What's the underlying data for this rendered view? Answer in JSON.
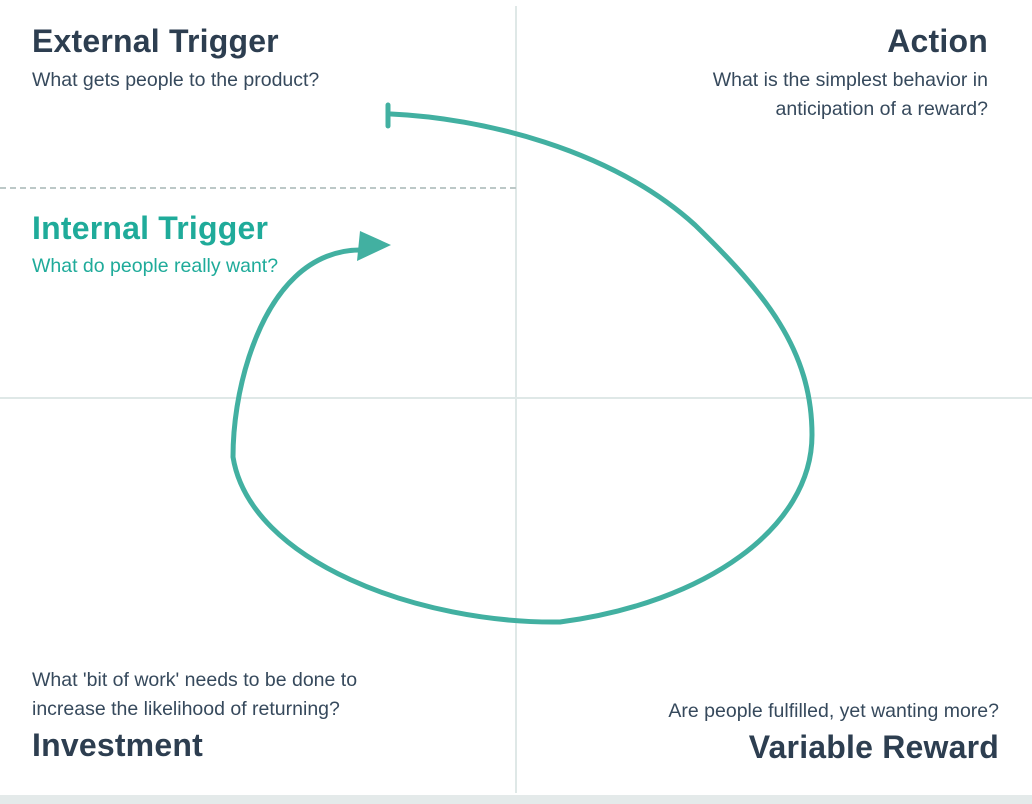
{
  "colors": {
    "heading": "#2d3e50",
    "subtitle": "#36495c",
    "teal": "#1fab9a",
    "spiral": "#42b0a1",
    "grid_line": "#dfe8e7",
    "dashed_line": "#bcc8c7",
    "bottom_bar": "#e4eaea",
    "background": "#ffffff"
  },
  "diagram": {
    "name": "Hook cycle diagram",
    "cycle_icon": "clockwise-loop-arrow"
  },
  "quadrants": {
    "external_trigger": {
      "title": "External Trigger",
      "subtitle": "What gets people to the product?"
    },
    "internal_trigger": {
      "title": "Internal Trigger",
      "subtitle": "What do people really want?"
    },
    "action": {
      "title": "Action",
      "subtitle": "What is the simplest behavior in anticipation of a reward?"
    },
    "variable_reward": {
      "title": "Variable Reward",
      "subtitle": "Are people fulfilled, yet wanting more?"
    },
    "investment": {
      "title": "Investment",
      "subtitle": "What 'bit of work' needs to be done to increase the likelihood of returning?"
    }
  }
}
